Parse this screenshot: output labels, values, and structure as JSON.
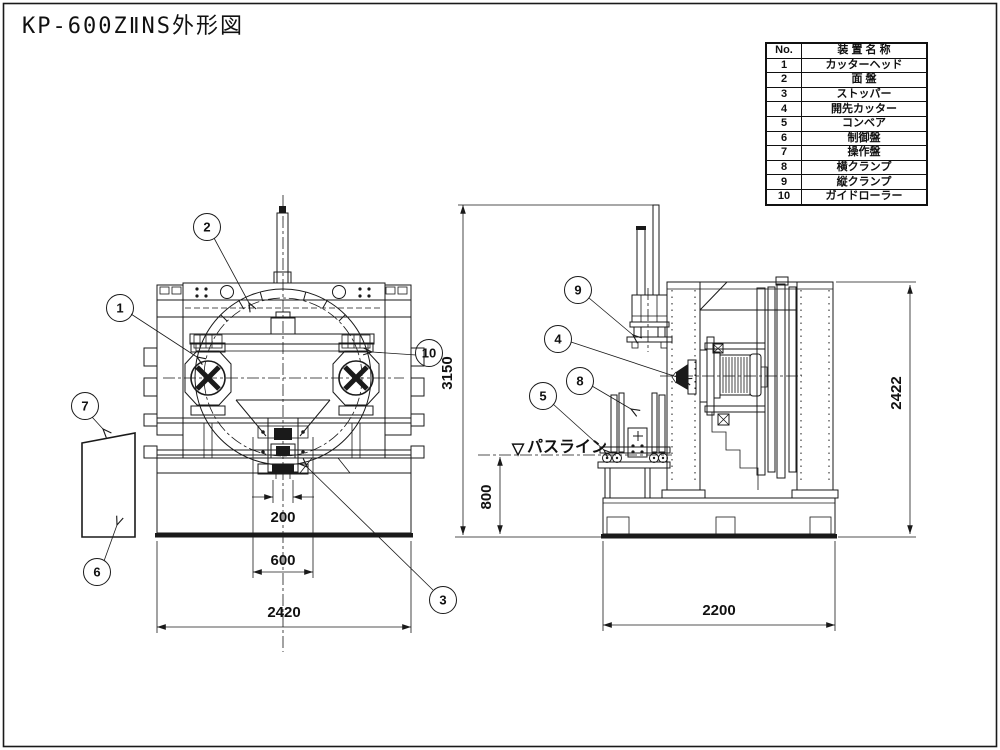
{
  "title": "KP-600ZⅡNS外形図",
  "parts_table": {
    "no_header": "No.",
    "name_header": "装 置 名 称",
    "rows": [
      {
        "no": "1",
        "name": "カッターヘッド"
      },
      {
        "no": "2",
        "name": "面 盤"
      },
      {
        "no": "3",
        "name": "ストッパー"
      },
      {
        "no": "4",
        "name": "開先カッター"
      },
      {
        "no": "5",
        "name": "コンベア"
      },
      {
        "no": "6",
        "name": "制御盤"
      },
      {
        "no": "7",
        "name": "操作盤"
      },
      {
        "no": "8",
        "name": "横クランプ"
      },
      {
        "no": "9",
        "name": "縦クランプ"
      },
      {
        "no": "10",
        "name": "ガイドローラー"
      }
    ]
  },
  "balloons": {
    "b1": "1",
    "b2": "2",
    "b3": "3",
    "b4": "4",
    "b5": "5",
    "b6": "6",
    "b7": "7",
    "b8": "8",
    "b9": "9",
    "b10": "10"
  },
  "dimensions": {
    "front_small": "200",
    "front_inner": "600",
    "front_width": "2420",
    "height": "3150",
    "pass_height": "800",
    "side_width": "2200",
    "side_height": "2422"
  },
  "labels": {
    "pass_line": "パスライン",
    "datum": "▽"
  },
  "colors": {
    "line": "#1a1a1a",
    "bg": "#ffffff"
  }
}
